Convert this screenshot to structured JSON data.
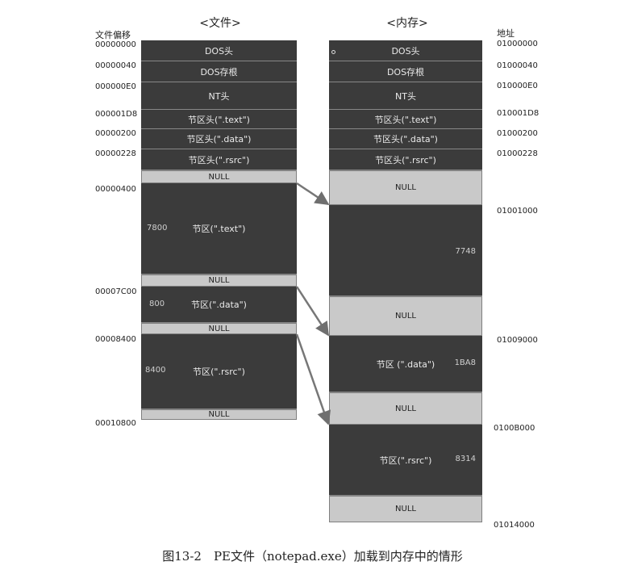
{
  "file_column": {
    "title": "<文件>",
    "side_label": "文件偏移",
    "offsets": [
      "00000000",
      "00000040",
      "000000E0",
      "000001D8",
      "00000200",
      "00000228",
      "00000400",
      "00007C00",
      "00008400",
      "00010800"
    ],
    "blocks": [
      {
        "label": "DOS头",
        "size": ""
      },
      {
        "label": "DOS存根",
        "size": ""
      },
      {
        "label": "NT头",
        "size": ""
      },
      {
        "label": "节区头(\".text\")",
        "size": ""
      },
      {
        "label": "节区头(\".data\")",
        "size": ""
      },
      {
        "label": "节区头(\".rsrc\")",
        "size": ""
      },
      {
        "label": "NULL",
        "size": ""
      },
      {
        "label": "节区(\".text\")",
        "size": "7800"
      },
      {
        "label": "NULL",
        "size": ""
      },
      {
        "label": "节区(\".data\")",
        "size": "800"
      },
      {
        "label": "NULL",
        "size": ""
      },
      {
        "label": "节区(\".rsrc\")",
        "size": "8400"
      },
      {
        "label": "NULL",
        "size": ""
      }
    ]
  },
  "memory_column": {
    "title": "<内存>",
    "side_label": "地址",
    "addresses": [
      "01000000",
      "01000040",
      "010000E0",
      "010001D8",
      "01000200",
      "01000228",
      "01001000",
      "01009000",
      "0100B000",
      "01014000"
    ],
    "blocks": [
      {
        "label": "DOS头",
        "size": ""
      },
      {
        "label": "DOS存根",
        "size": ""
      },
      {
        "label": "NT头",
        "size": ""
      },
      {
        "label": "节区头(\".text\")",
        "size": ""
      },
      {
        "label": "节区头(\".data\")",
        "size": ""
      },
      {
        "label": "节区头(\".rsrc\")",
        "size": ""
      },
      {
        "label": "NULL",
        "size": ""
      },
      {
        "label": "",
        "size": "7748"
      },
      {
        "label": "NULL",
        "size": ""
      },
      {
        "label": "节区 (\".data\")",
        "size": "1BA8"
      },
      {
        "label": "NULL",
        "size": ""
      },
      {
        "label": "节区(\".rsrc\")",
        "size": "8314"
      },
      {
        "label": "NULL",
        "size": ""
      }
    ]
  },
  "caption": "图13-2　PE文件（notepad.exe）加载到内存中的情形"
}
